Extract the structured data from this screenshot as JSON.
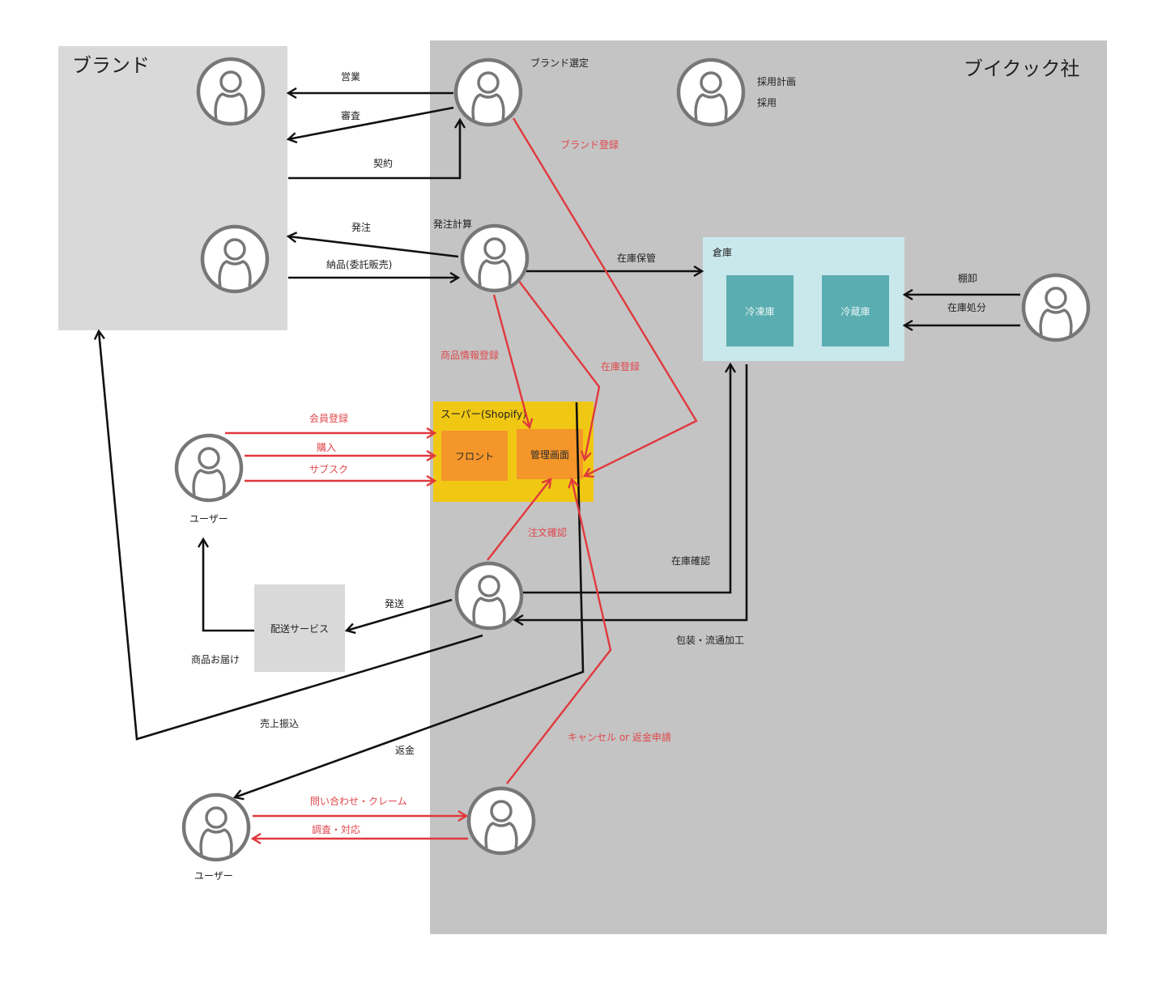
{
  "colors": {
    "brand_panel": "#d9d9d9",
    "company_panel": "#c4c4c4",
    "warehouse_panel": "#c9e8ec",
    "storage_room": "#5aadb0",
    "shopify_panel": "#f0c814",
    "shopify_inner": "#f4962a",
    "delivery_box": "#d9d9d9",
    "black_arrow": "#111111",
    "red_arrow": "#e0393e",
    "person_stroke": "#777777"
  },
  "groups": {
    "brand": {
      "title": "ブランド"
    },
    "company": {
      "title": "ブイクック社"
    }
  },
  "actors": {
    "brand_selection": {
      "label": "ブランド選定"
    },
    "hiring": {
      "labels": [
        "採用計画",
        "採用"
      ]
    },
    "order_planning": {
      "label": "発注計算"
    },
    "user_top": {
      "label": "ユーザー"
    },
    "user_bottom": {
      "label": "ユーザー"
    }
  },
  "systems": {
    "warehouse": {
      "title": "倉庫",
      "rooms": [
        "冷凍庫",
        "冷蔵庫"
      ]
    },
    "shopify": {
      "title": "スーパー(Shopify)",
      "front": "フロント",
      "admin": "管理画面"
    },
    "delivery": {
      "title": "配送サービス"
    }
  },
  "edges": {
    "sales": "営業",
    "review": "審査",
    "contract": "契約",
    "brand_registration": "ブランド登録",
    "order": "発注",
    "delivery_consignment": "納品(委託販売)",
    "inventory_storage": "在庫保管",
    "product_registration": "商品情報登録",
    "inventory_registration": "在庫登録",
    "stocktaking": "棚卸",
    "inventory_disposal": "在庫処分",
    "membership": "会員登録",
    "purchase": "購入",
    "subscription": "サブスク",
    "order_confirm": "注文確認",
    "inventory_check": "在庫確認",
    "packaging": "包装・流通加工",
    "shipping": "発送",
    "product_delivery": "商品お届け",
    "sales_transfer": "売上振込",
    "refund": "返金",
    "cancel_refund_request": "キャンセル or 返金申請",
    "inquiry": "問い合わせ・クレーム",
    "investigation": "調査・対応"
  }
}
